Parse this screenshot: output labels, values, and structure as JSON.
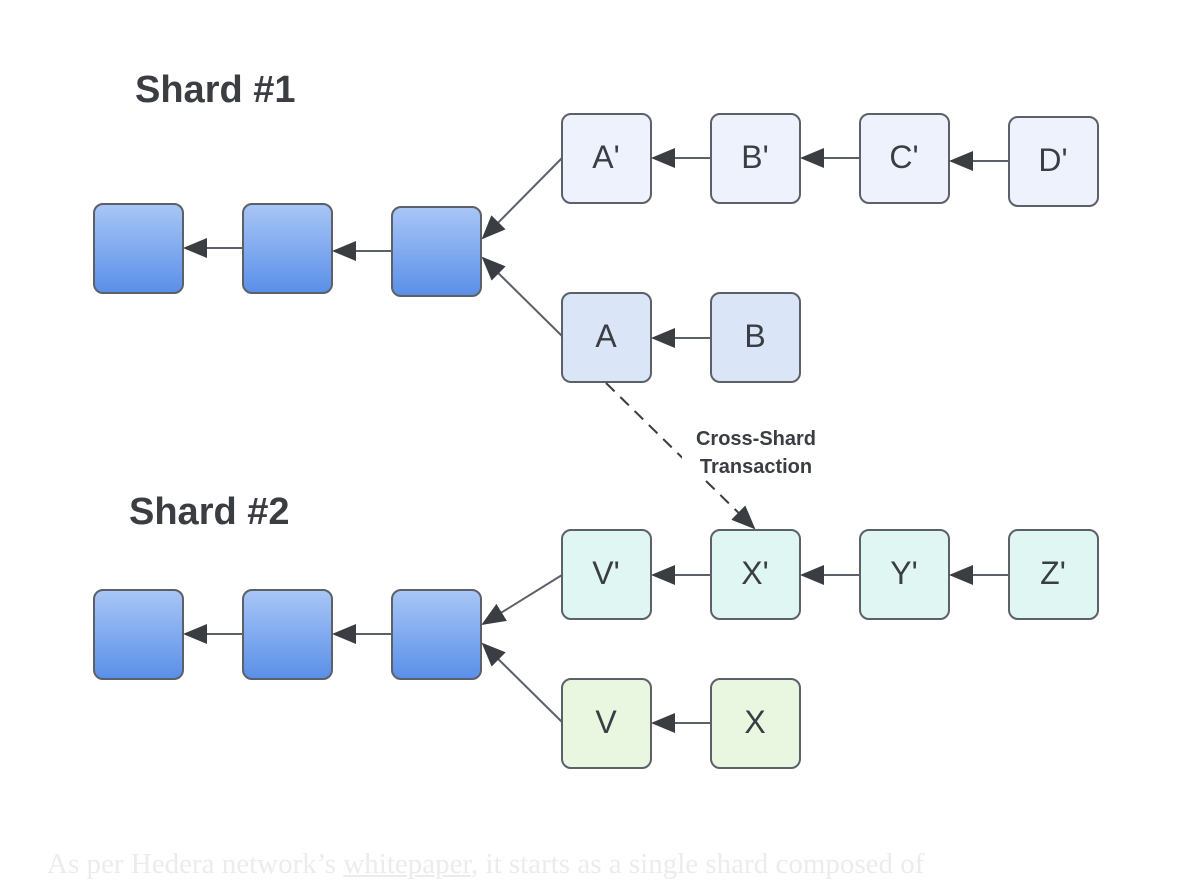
{
  "shards": [
    {
      "title": "Shard #1",
      "main_chain_blocks": 3,
      "branches": [
        {
          "name": "upper-fork",
          "blocks": [
            "A'",
            "B'",
            "C'",
            "D'"
          ],
          "fill": "#eef2fc"
        },
        {
          "name": "lower-fork",
          "blocks": [
            "A",
            "B"
          ],
          "fill": "#dae5f8"
        }
      ]
    },
    {
      "title": "Shard #2",
      "main_chain_blocks": 3,
      "branches": [
        {
          "name": "upper-fork",
          "blocks": [
            "V'",
            "X'",
            "Y'",
            "Z'"
          ],
          "fill": "#e0f6f3"
        },
        {
          "name": "lower-fork",
          "blocks": [
            "V",
            "X"
          ],
          "fill": "#e9f6e0"
        }
      ]
    }
  ],
  "cross_shard": {
    "label_line1": "Cross-Shard",
    "label_line2": "Transaction",
    "from": "A",
    "to": "X'"
  },
  "colors": {
    "main_block_top": "#a9c6f6",
    "main_block_bottom": "#5a8fe8",
    "stroke": "#5c6068",
    "arrow": "#3a3d42"
  },
  "caption": {
    "before": "As per Hedera network’s ",
    "link": "whitepaper",
    "after": ", it starts as a single shard composed of"
  }
}
